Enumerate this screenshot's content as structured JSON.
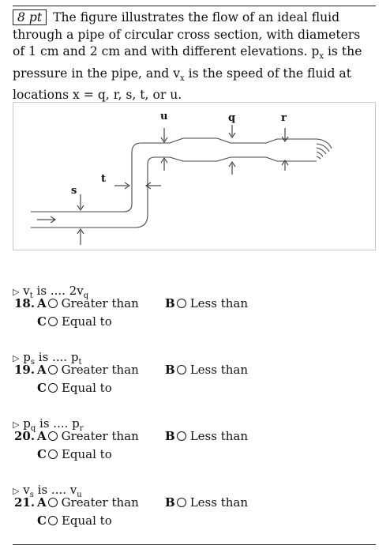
{
  "problem": {
    "points": "8 pt",
    "text": "The figure illustrates the flow of an ideal fluid through a pipe of circular cross section, with diameters of 1 cm and 2 cm and with different elevations. px is the pressure in the pipe, and vx is the speed of the fluid at locations x = q, r, s, t, or u."
  },
  "figure": {
    "labels": {
      "u": "u",
      "q": "q",
      "r": "r",
      "s": "s",
      "t": "t"
    }
  },
  "questions": [
    {
      "number": "18.",
      "statement": "vt is .... 2vq",
      "lhs": "v",
      "lhs_sub": "t",
      "op": "is ....",
      "rhs": "2v",
      "rhs_sub": "q",
      "options": {
        "A": "Greater than",
        "B": "Less than",
        "C": "Equal to"
      }
    },
    {
      "number": "19.",
      "statement": "ps is .... pt",
      "lhs": "p",
      "lhs_sub": "s",
      "op": "is ....",
      "rhs": "p",
      "rhs_sub": "t",
      "options": {
        "A": "Greater than",
        "B": "Less than",
        "C": "Equal to"
      }
    },
    {
      "number": "20.",
      "statement": "pq is .... pr",
      "lhs": "p",
      "lhs_sub": "q",
      "op": "is ....",
      "rhs": "p",
      "rhs_sub": "r",
      "options": {
        "A": "Greater than",
        "B": "Less than",
        "C": "Equal to"
      }
    },
    {
      "number": "21.",
      "statement": "vs is .... vu",
      "lhs": "v",
      "lhs_sub": "s",
      "op": "is ....",
      "rhs": "v",
      "rhs_sub": "u",
      "options": {
        "A": "Greater than",
        "B": "Less than",
        "C": "Equal to"
      }
    }
  ],
  "letters": {
    "A": "A",
    "B": "B",
    "C": "C"
  }
}
